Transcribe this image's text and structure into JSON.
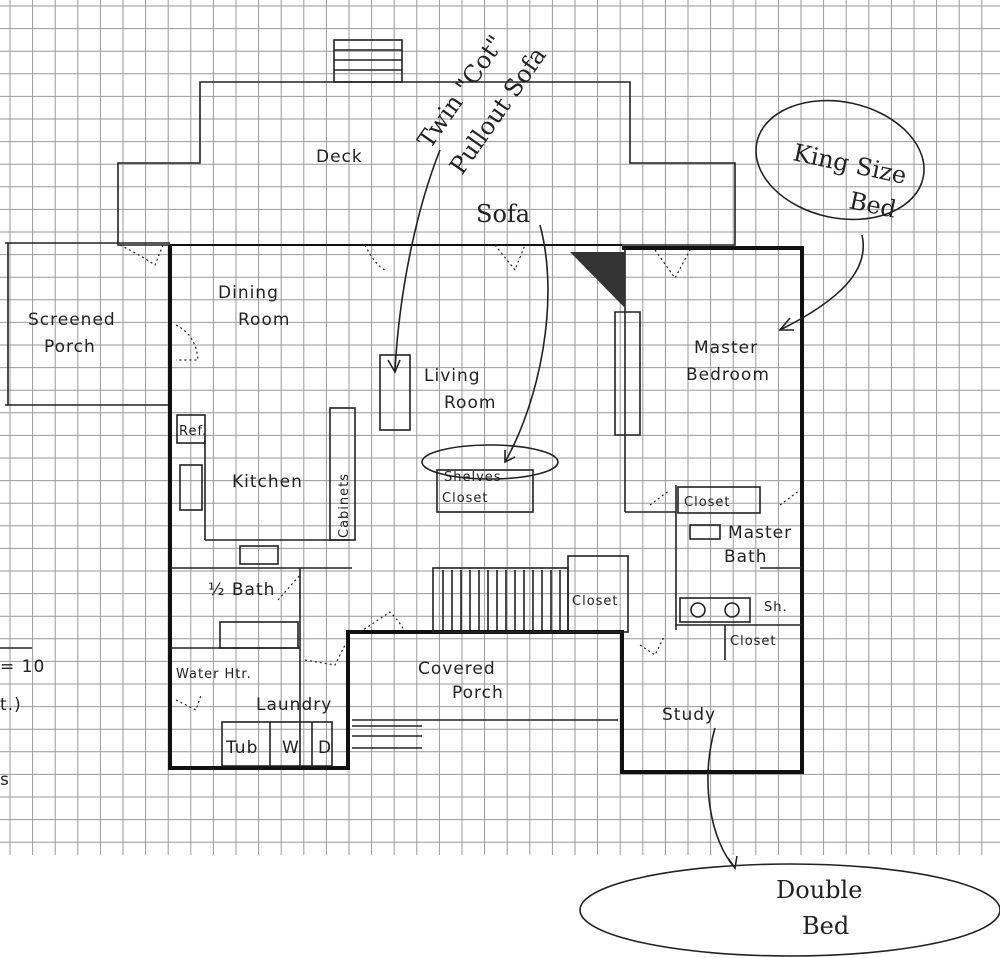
{
  "rooms": {
    "deck": "Deck",
    "screened_porch_1": "Screened",
    "screened_porch_2": "Porch",
    "dining_1": "Dining",
    "dining_2": "Room",
    "living_1": "Living",
    "living_2": "Room",
    "kitchen": "Kitchen",
    "cabinets": "Cabinets",
    "ref": "Ref.",
    "master_bed_1": "Master",
    "master_bed_2": "Bedroom",
    "closet_master": "Closet",
    "master_bath_1": "Master",
    "master_bath_2": "Bath",
    "shower": "Sh.",
    "closet_bath": "Closet",
    "closet_stairs": "Closet",
    "closet_living": "Closet",
    "shelves": "Shelves",
    "half_bath": "½ Bath",
    "water_heater": "Water Htr.",
    "laundry": "Laundry",
    "tub": "Tub",
    "washer": "W",
    "dryer": "D",
    "covered_porch_1": "Covered",
    "covered_porch_2": "Porch",
    "study": "Study"
  },
  "annotations": {
    "sofa": "Sofa",
    "twin_cot_1": "Twin \"Cot\"",
    "twin_cot_2": "Pullout Sofa",
    "king_1": "King Size",
    "king_2": "Bed",
    "double_1": "Double",
    "double_2": "Bed"
  },
  "margin_fragments": {
    "scale": "= 10",
    "ft": "t.)",
    "s": "s"
  }
}
